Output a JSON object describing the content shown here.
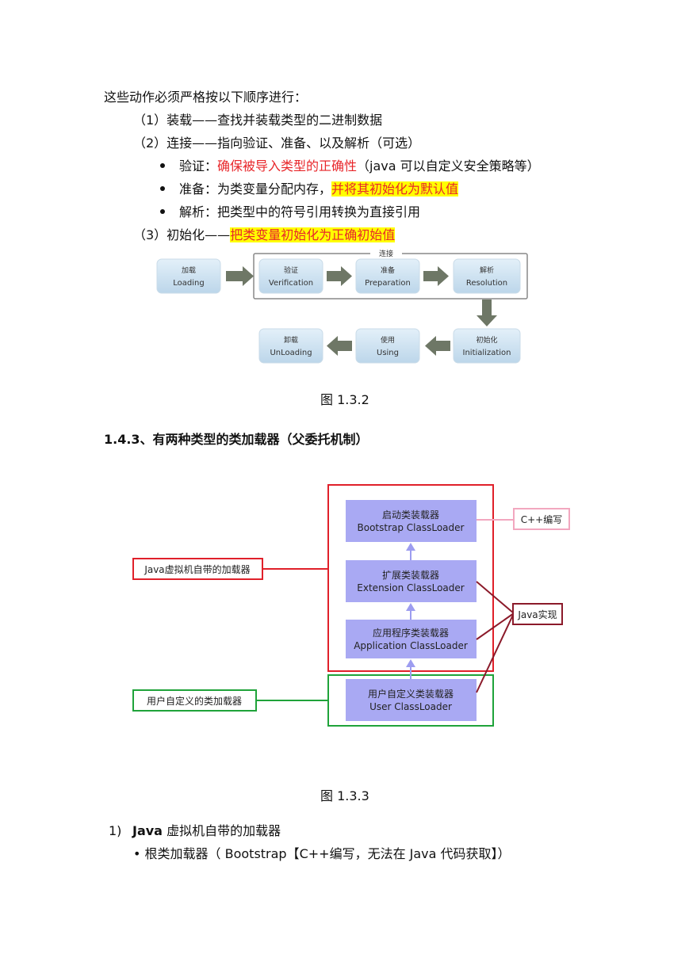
{
  "intro": "这些动作必须严格按以下顺序进行：",
  "steps": {
    "s1": "（1）装载——查找并装载类型的二进制数据",
    "s2": "（2）连接——指向验证、准备、以及解析（可选）",
    "b1_prefix": "验证：",
    "b1_red": "确保被导入类型的正确性",
    "b1_suffix": "（java 可以自定义安全策略等）",
    "b2_prefix": "准备：为类变量分配内存，",
    "b2_hl": "并将其初始化为默认值",
    "b3": "解析：把类型中的符号引用转换为直接引用",
    "s3_prefix": "（3）初始化——",
    "s3_hl": "把类变量初始化为正确初始值"
  },
  "fig1": {
    "group_label": "连接",
    "load_cn": "加载",
    "load_en": "Loading",
    "verify_cn": "验证",
    "verify_en": "Verification",
    "prep_cn": "准备",
    "prep_en": "Preparation",
    "resol_cn": "解析",
    "resol_en": "Resolution",
    "init_cn": "初始化",
    "init_en": "Initialization",
    "using_cn": "使用",
    "using_en": "Using",
    "unload_cn": "卸载",
    "unload_en": "UnLoading",
    "caption": "图 1.3.2"
  },
  "heading": "1.4.3、有两种类型的类加载器（父委托机制）",
  "fig2": {
    "bootstrap_cn": "启动类装载器",
    "bootstrap_en": "Bootstrap ClassLoader",
    "ext_cn": "扩展类装载器",
    "ext_en": "Extension ClassLoader",
    "app_cn": "应用程序类装载器",
    "app_en": "Application ClassLoader",
    "user_cn": "用户自定义类装载器",
    "user_en": "User ClassLoader",
    "cpp_label": "C++编写",
    "java_impl_label": "Java实现",
    "jvm_label": "Java虚拟机自带的加载器",
    "user_label": "用户自定义的类加载器",
    "caption": "图 1.3.3",
    "colors": {
      "red": "#e0202a",
      "green": "#1fa33a",
      "purple": "#a9a9f3",
      "maroon": "#8b1a2a",
      "pink": "#f2a7bf"
    }
  },
  "list": {
    "item_num": "1)",
    "item_bold": "Java",
    "item_text": " 虚拟机自带的加载器",
    "sub": "• 根类加载器（  Bootstrap【C++编写，无法在 Java 代码获取】）"
  }
}
